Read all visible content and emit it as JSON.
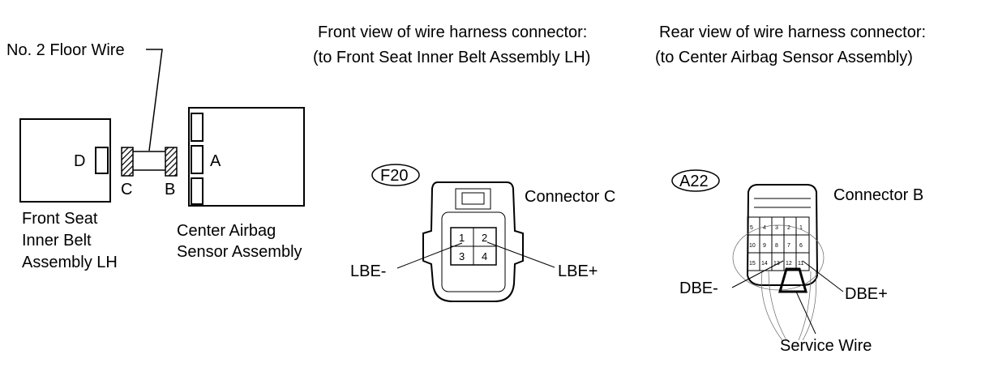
{
  "labels": {
    "floor_wire": "No. 2 Floor Wire",
    "front_view_1": "Front view of wire harness connector:",
    "front_view_2": "(to Front Seat Inner Belt Assembly LH)",
    "rear_view_1": "Rear view of wire harness connector:",
    "rear_view_2": "(to Center Airbag Sensor Assembly)",
    "conn_d": "D",
    "conn_a": "A",
    "conn_c": "C",
    "conn_b": "B",
    "front_seat_1": "Front Seat",
    "front_seat_2": "Inner Belt",
    "front_seat_3": "Assembly LH",
    "center_airbag_1": "Center Airbag",
    "center_airbag_2": "Sensor Assembly",
    "f20": "F20",
    "a22": "A22",
    "connector_c": "Connector C",
    "connector_b": "Connector B",
    "lbe_minus": "LBE-",
    "lbe_plus": "LBE+",
    "dbe_minus": "DBE-",
    "dbe_plus": "DBE+",
    "service_wire": "Service Wire"
  },
  "f20_pins": [
    "1",
    "2",
    "3",
    "4"
  ],
  "a22_rows": [
    [
      "5",
      "4",
      "3",
      "2",
      "1"
    ],
    [
      "10",
      "9",
      "8",
      "7",
      "6"
    ],
    [
      "15",
      "14",
      "13",
      "12",
      "11"
    ]
  ]
}
